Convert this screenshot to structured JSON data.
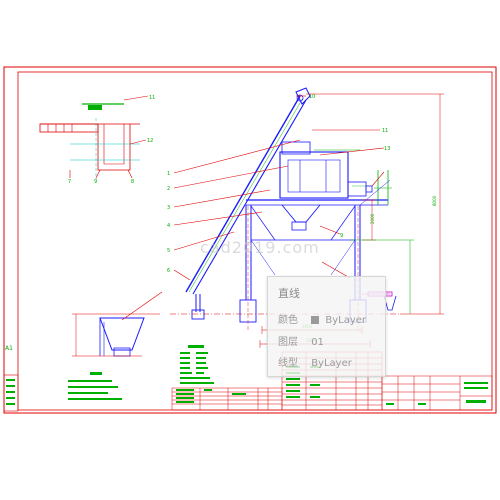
{
  "drawing": {
    "watermark": "cad2019.com",
    "left_strip_label": "A1",
    "part_numbers": [
      "1",
      "2",
      "3",
      "4",
      "5",
      "6",
      "7",
      "8",
      "9",
      "10",
      "11",
      "12",
      "13"
    ],
    "colors": {
      "red": "#e00000",
      "green": "#00b000",
      "blue": "#1a1aff",
      "cyan": "#00c8c8",
      "magenta": "#d000d0",
      "gray": "#8a8a8a",
      "black": "#000000"
    }
  },
  "tooltip": {
    "title": "直线",
    "color_label": "颜色",
    "color_value": "ByLayer",
    "layer_label": "图层",
    "layer_value": "01",
    "linetype_label": "线型",
    "linetype_value": "ByLayer"
  }
}
